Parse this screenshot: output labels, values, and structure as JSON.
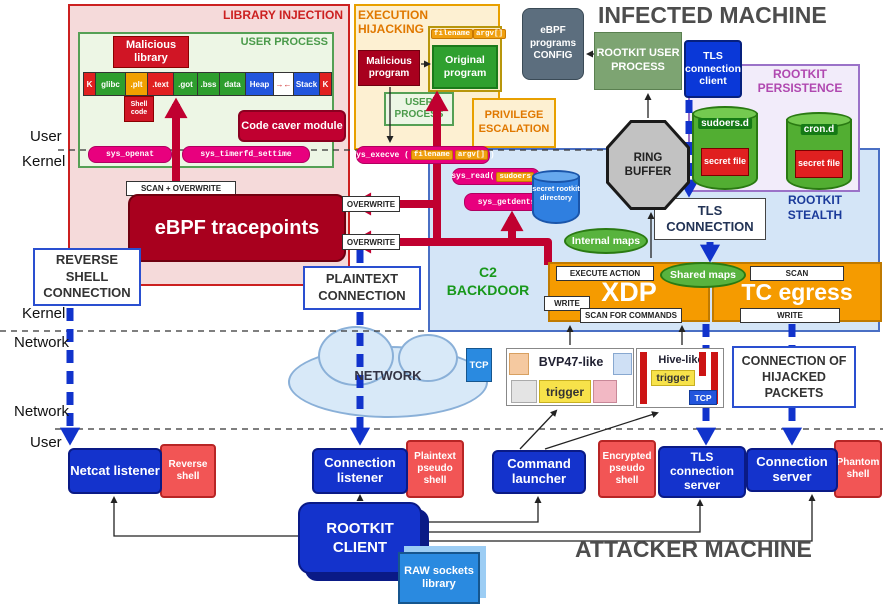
{
  "titles": {
    "infected": "INFECTED MACHINE",
    "attacker": "ATTACKER MACHINE"
  },
  "layers": {
    "user_top": "User",
    "kernel_top": "Kernel",
    "kernel_mid": "Kernel",
    "network_top": "Network",
    "network_bottom": "Network",
    "user_bottom": "User"
  },
  "library_injection": {
    "title": "LIBRARY INJECTION",
    "user_process_title": "USER PROCESS",
    "malicious_library": "Malicious library",
    "segments": [
      "K",
      "glibc",
      ".plt",
      ".text",
      ".got",
      ".bss",
      "data",
      "Heap",
      "→←",
      "Stack",
      "K"
    ],
    "shell_code": "Shell code",
    "code_caver_module": "Code caver module",
    "sys_openat": "sys_openat",
    "sys_timerfd_settime": "sys_timerfd_settime",
    "scan_overwrite": "SCAN + OVERWRITE",
    "ebpf_tracepoints": "eBPF tracepoints",
    "overwrite": "OVERWRITE"
  },
  "execution_hijacking": {
    "title": "EXECUTION HIJACKING",
    "malicious_program": "Malicious program",
    "original_program": "Original program",
    "filename_tag": "filename",
    "argv_tag": "argv[]",
    "user_process_title": "USER PROCESS",
    "privilege_escalation": "PRIVILEGE ESCALATION",
    "sys_execve_prefix": "sys_execve (",
    "paren_close": ")",
    "sys_read_prefix": "sys_read(",
    "sudoers_chip": "sudoers",
    "sys_getdents": "sys_getdents(",
    "secret_rootkit_directory": "secret rootkit directory"
  },
  "infected": {
    "ebpf_programs_config": "eBPF programs CONFIG",
    "rootkit_user_process": "ROOTKIT USER PROCESS",
    "tls_connection_client": "TLS connection client",
    "ring_buffer": "RING BUFFER",
    "persistence_title": "ROOTKIT PERSISTENCE",
    "sudoers_d": "sudoers.d",
    "cron_d": "cron.d",
    "secret_file": "secret file",
    "rootkit_stealth": "ROOTKIT STEALTH",
    "tls_connection": "TLS CONNECTION",
    "internal_maps": "Internal maps",
    "shared_maps": "Shared maps",
    "execute_action": "EXECUTE ACTION",
    "scan": "SCAN",
    "xdp": "XDP",
    "tc_egress": "TC egress",
    "write": "WRITE",
    "scan_for_commands": "SCAN FOR COMMANDS",
    "c2_backdoor": "C2 BACKDOOR"
  },
  "network": {
    "reverse_shell_connection": "REVERSE SHELL CONNECTION",
    "plaintext_connection": "PLAINTEXT CONNECTION",
    "hijacked_packets": "CONNECTION OF HIJACKED PACKETS",
    "cloud_label": "NETWORK",
    "tcp": "TCP",
    "bvp47_title": "BVP47-like",
    "bvp47_trigger": "trigger",
    "hive_title": "Hive-like",
    "hive_trigger": "trigger",
    "hive_tcp": "TCP"
  },
  "attacker": {
    "netcat_listener": "Netcat listener",
    "reverse_shell": "Reverse shell",
    "connection_listener": "Connection listener",
    "plaintext_pseudo_shell": "Plaintext pseudo shell",
    "command_launcher": "Command launcher",
    "encrypted_pseudo_shell": "Encrypted pseudo shell",
    "tls_connection_server": "TLS connection server",
    "connection_server": "Connection server",
    "phantom_shell": "Phantom shell",
    "rootkit_client": "ROOTKIT CLIENT",
    "raw_sockets_library": "RAW sockets library"
  },
  "colors": {
    "accent_red": "#c00030",
    "accent_blue": "#1133cc",
    "accent_orange": "#f59b00",
    "accent_green": "#2fa02f",
    "accent_magenta": "#e8007e"
  }
}
